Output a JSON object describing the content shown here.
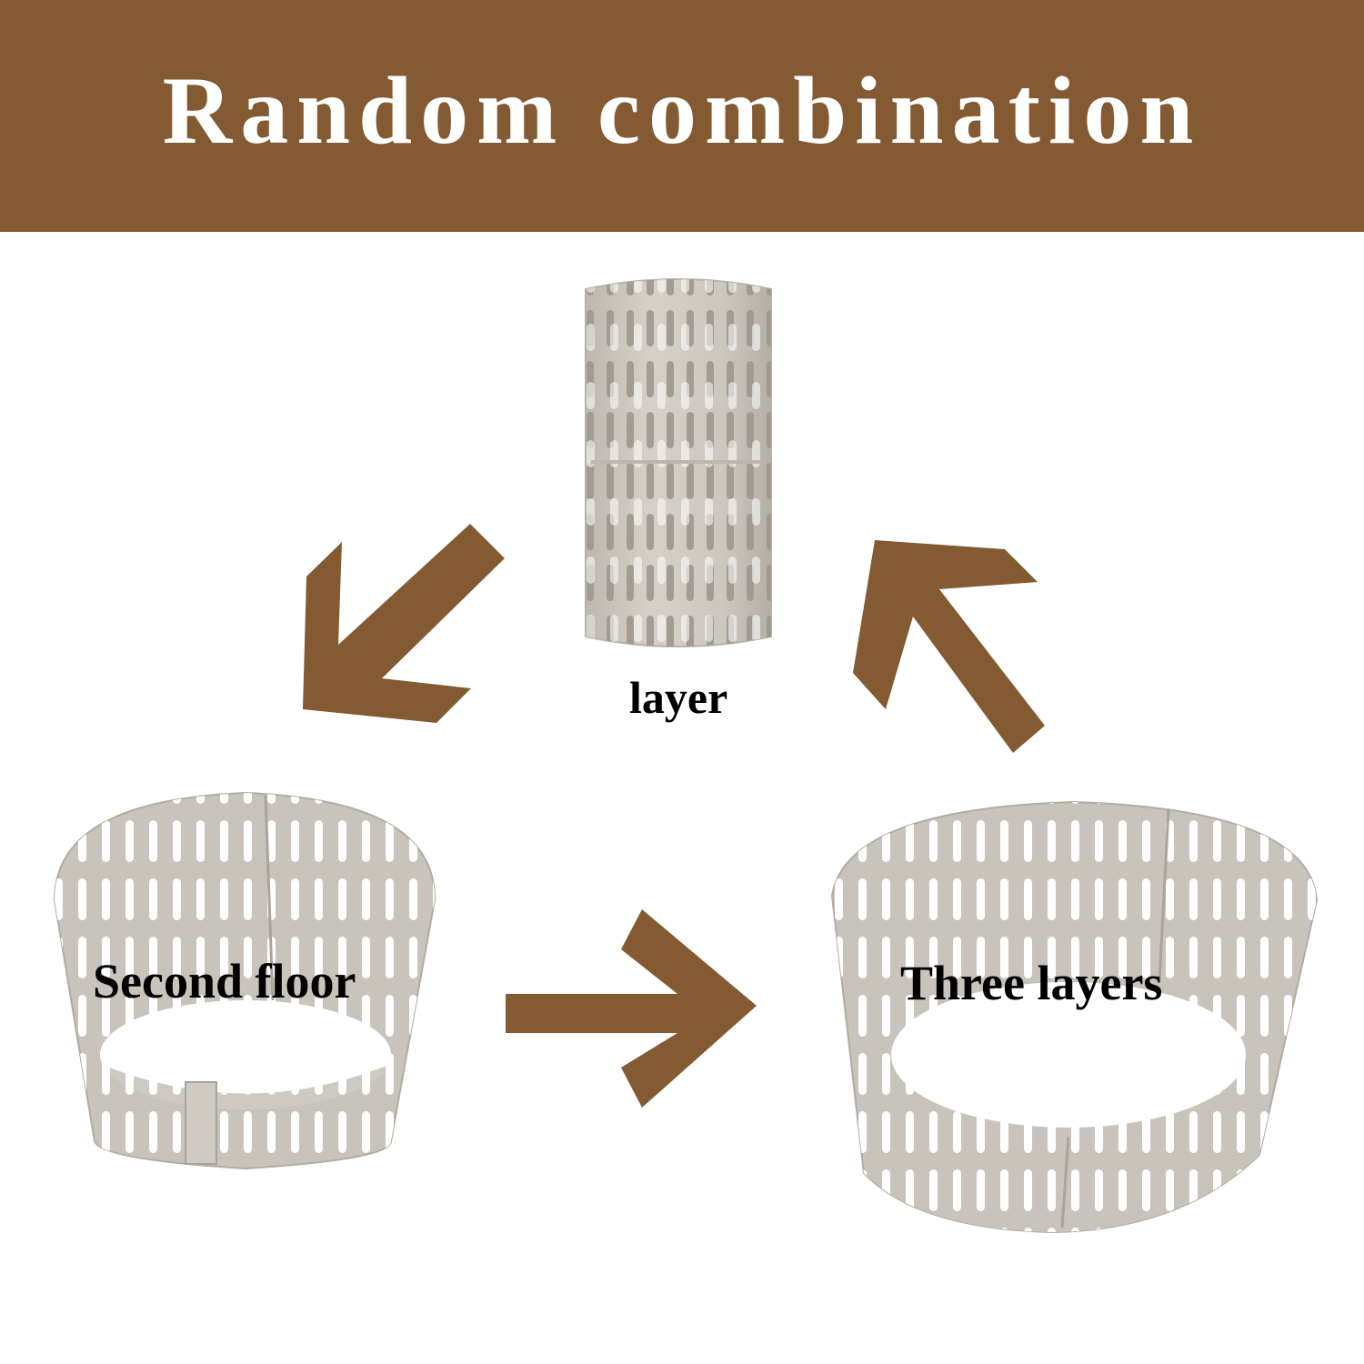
{
  "header": {
    "title": "Random combination"
  },
  "captions": {
    "single": "layer",
    "double": "Second floor",
    "triple": "Three layers"
  },
  "colors": {
    "banner": "#835a32",
    "arrow": "#835a32",
    "guard": "#cbc6bd"
  },
  "icons": [
    "arrow-down-left-icon",
    "arrow-up-left-icon",
    "arrow-right-icon"
  ]
}
